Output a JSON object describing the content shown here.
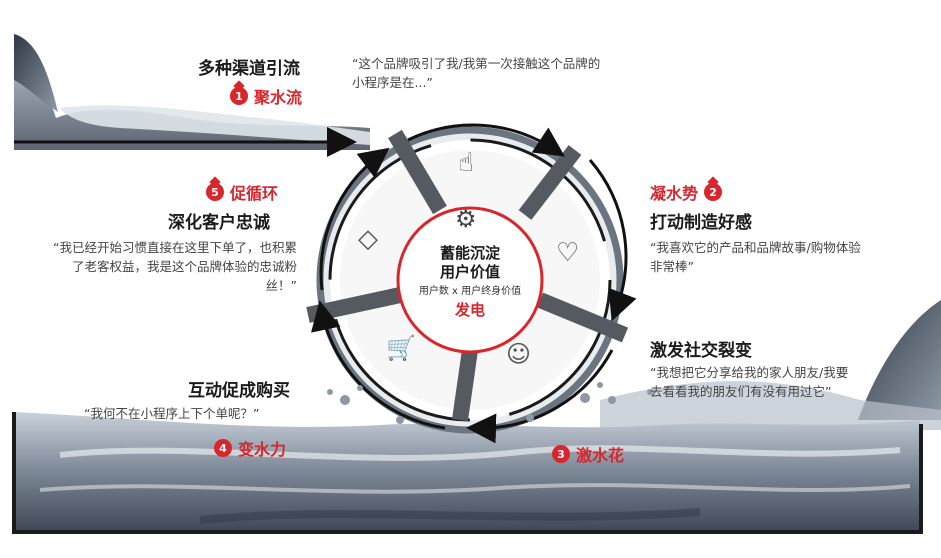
{
  "center": {
    "title_line1": "蓄能沉淀",
    "title_line2": "用户价值",
    "formula": "用户数 x 用户终身价值",
    "label": "发电"
  },
  "stages": [
    {
      "number": "1",
      "label": "聚水流",
      "heading": "多种渠道引流",
      "quote": "“这个品牌吸引了我/我第一次接触这个品牌的小程序是在...”",
      "icon": "touch-icon"
    },
    {
      "number": "2",
      "label": "凝水势",
      "heading": "打动制造好感",
      "quote": "“我喜欢它的产品和品牌故事/购物体验非常棒”",
      "icon": "heart-chat-icon"
    },
    {
      "number": "3",
      "label": "激水花",
      "heading": "激发社交裂变",
      "quote": "“我想把它分享给我的家人朋友/我要去看看我的朋友们有没有用过它”",
      "icon": "social-network-icon"
    },
    {
      "number": "4",
      "label": "变水力",
      "heading": "互动促成购买",
      "quote": "“我何不在小程序上下个单呢？”",
      "icon": "cart-icon"
    },
    {
      "number": "5",
      "label": "促循环",
      "heading": "深化客户忠诚",
      "quote": "“我已经开始习惯直接在这里下单了，也积累了老客权益，我是这个品牌体验的忠诚粉丝！”",
      "icon": "diamond-head-icon"
    }
  ],
  "colors": {
    "accent": "#d9262c",
    "spoke": "#555a60",
    "water_dark": "#4c5868",
    "water_light": "#aab4c0"
  }
}
